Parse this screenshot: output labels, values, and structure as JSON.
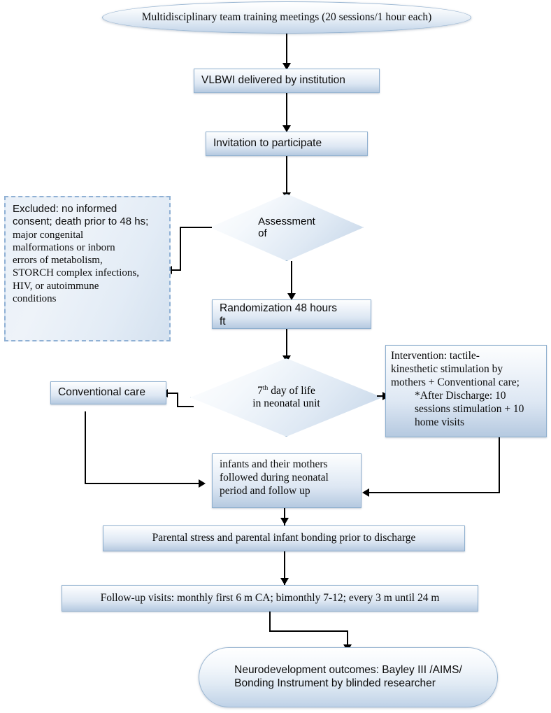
{
  "diagram": {
    "title": "VLBWI randomized trial flow diagram",
    "colors": {
      "node_fill_top": "#ffffff",
      "node_fill_bottom": "#b5c9e0",
      "node_border": "#8fb0cf",
      "dashed_border": "#8fb0d4",
      "connector": "#000000",
      "text": "#0d0d0d",
      "background": "#ffffff"
    },
    "nodes": {
      "training_meetings": {
        "shape": "ellipse",
        "text": "Multidisciplinary team training meetings (20 sessions/1 hour each)"
      },
      "vlbwi_delivered": {
        "shape": "rectangle",
        "text": "VLBWI delivered by institution"
      },
      "invitation": {
        "shape": "rectangle",
        "text": "Invitation to participate"
      },
      "assessment": {
        "shape": "diamond",
        "line1": "Assessment",
        "line2": "of"
      },
      "excluded": {
        "shape": "dashed-rectangle",
        "line1": "Excluded: no informed",
        "line2": "consent; death prior to 48 hs;",
        "line3": "major congenital",
        "line4": "malformations or inborn",
        "line5": "errors of metabolism,",
        "line6": "STORCH complex infections,",
        "line7": "HIV, or autoimmune",
        "line8": "conditions"
      },
      "randomization": {
        "shape": "rectangle",
        "line1": "Randomization 48 hours",
        "line2": "ft"
      },
      "day7": {
        "shape": "diamond",
        "line1_pre": "7",
        "line1_sup": "th",
        "line1_post": " day of life",
        "line2": "in neonatal unit"
      },
      "conventional_care": {
        "shape": "rectangle",
        "text": "Conventional care"
      },
      "intervention": {
        "shape": "rectangle",
        "line1": "Intervention: tactile-",
        "line2": "kinesthetic stimulation by",
        "line3": "mothers + Conventional care;",
        "line4": "*After Discharge: 10",
        "line5": "sessions stimulation + 10",
        "line6": "home visits"
      },
      "followed_neonatal": {
        "shape": "rectangle",
        "line1": "infants and their mothers",
        "line2": "followed during neonatal",
        "line3": "period and follow up"
      },
      "parental_stress": {
        "shape": "rectangle",
        "text": "Parental stress and parental infant bonding prior to discharge"
      },
      "followup_visits": {
        "shape": "rectangle",
        "text": "Follow-up visits: monthly first 6 m CA; bimonthly 7-12; every 3 m until 24 m"
      },
      "outcomes": {
        "shape": "stadium",
        "line1": "Neurodevelopment outcomes: Bayley III /AIMS/",
        "line2": "Bonding Instrument by blinded researcher"
      }
    }
  }
}
